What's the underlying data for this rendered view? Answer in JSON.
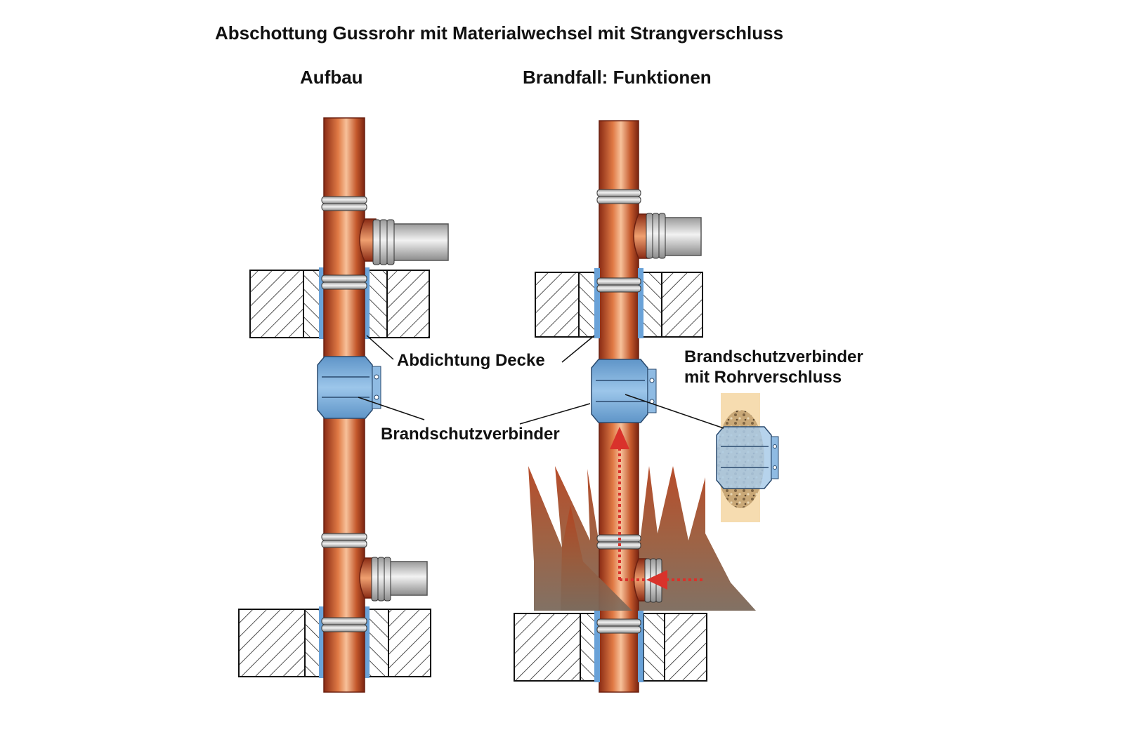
{
  "title": "Abschottung Gussrohr mit Materialwechsel mit Strangverschluss",
  "left_heading": "Aufbau",
  "right_heading": "Brandfall: Funktionen",
  "labels": {
    "seal_ceiling": "Abdichtung Decke",
    "fire_connector": "Brandschutzverbinder",
    "fire_connector_closure_line1": "Brandschutzverbinder",
    "fire_connector_closure_line2": "mit Rohrverschluss"
  },
  "colors": {
    "pipe_copper": "#c4582c",
    "connector_blue": "#7fb0dc",
    "seal_blue": "#6aa2d8",
    "flame_brown": "#8a5a3c",
    "arrow_red": "#d9322b",
    "inset_beige": "#f6dcb0"
  }
}
